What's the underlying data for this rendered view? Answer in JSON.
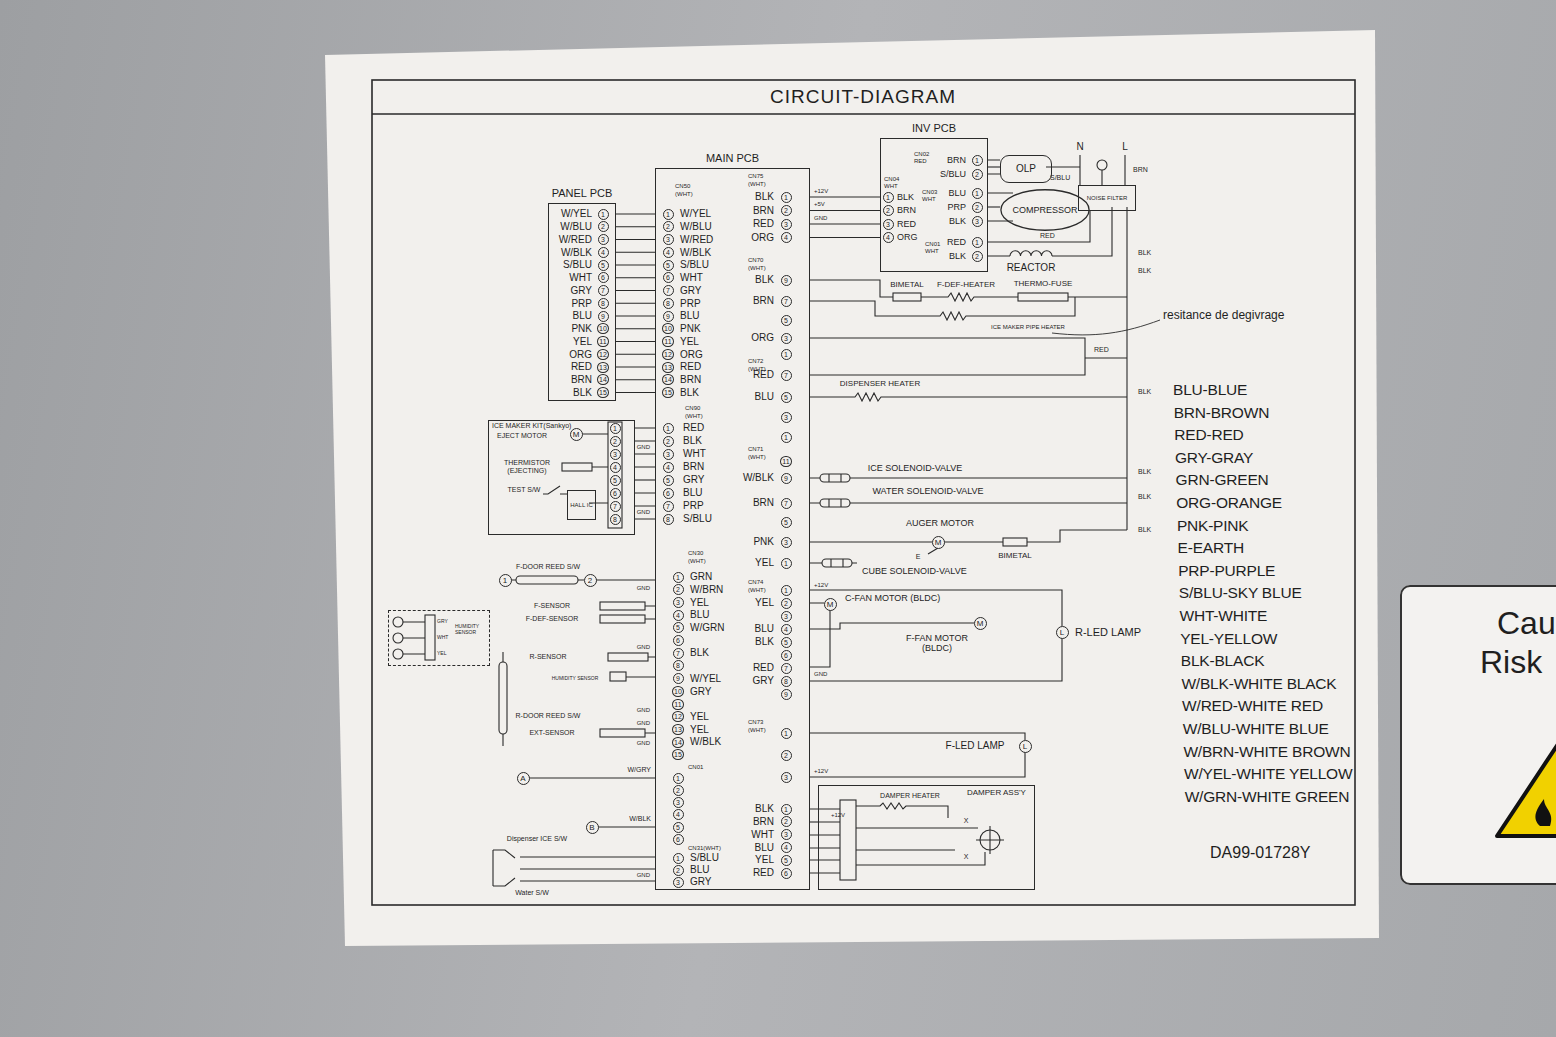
{
  "diagram": {
    "title": "CIRCUIT-DIAGRAM",
    "nodes": [
      {
        "text": [
          "INV PCB"
        ]
      },
      {
        "text": [
          "OLP"
        ]
      },
      {
        "text": [
          "COMPRESSOR"
        ]
      },
      {
        "text": [
          "NOISE FILTER"
        ]
      },
      {
        "text": [
          "MAIN PCB"
        ]
      },
      {
        "text": [
          "PANEL PCB"
        ]
      },
      {
        "text": [
          "ICE MAKER KIT(Sankyo)"
        ]
      },
      {
        "text": [
          "HALL IC"
        ],
        "in": 6
      },
      {
        "text": [
          "Cau",
          "Risk"
        ]
      },
      {
        "text": [
          "HUMIDITY SENSOR"
        ]
      },
      {
        "text": [
          "DAMPER ASS'Y"
        ]
      }
    ],
    "edges": [
      {
        "from": 5,
        "to": 4,
        "arrow": "none"
      },
      {
        "from": 4,
        "to": 0,
        "arrow": "none"
      },
      {
        "from": 6,
        "to": 4,
        "arrow": "none"
      },
      {
        "from": 1,
        "to": 0,
        "arrow": "none"
      },
      {
        "from": 2,
        "to": 0,
        "arrow": "none"
      },
      {
        "from": 3,
        "to": 0,
        "arrow": "none"
      },
      {
        "from": 10,
        "to": 4,
        "arrow": "none"
      }
    ],
    "labels": [
      "W/YEL",
      "W/BLU",
      "W/RED",
      "W/BLK",
      "S/BLU",
      "WHT",
      "GRY",
      "PRP",
      "BLU",
      "PNK",
      "YEL",
      "ORG",
      "RED",
      "BRN",
      "BLK",
      "1",
      "2",
      "3",
      "4",
      "5",
      "6",
      "7",
      "8",
      "9",
      "10",
      "11",
      "12",
      "13",
      "14",
      "15",
      "CN50",
      "(WHT)",
      "1",
      "2",
      "3",
      "4",
      "5",
      "6",
      "7",
      "8",
      "9",
      "10",
      "11",
      "12",
      "13",
      "14",
      "15",
      "W/YEL",
      "W/BLU",
      "W/RED",
      "W/BLK",
      "S/BLU",
      "WHT",
      "GRY",
      "PRP",
      "BLU",
      "PNK",
      "YEL",
      "ORG",
      "RED",
      "BRN",
      "BLK",
      "CN90",
      "(WHT)",
      "1",
      "2",
      "3",
      "4",
      "5",
      "6",
      "7",
      "8",
      "RED",
      "BLK",
      "WHT",
      "BRN",
      "GRY",
      "BLU",
      "PRP",
      "S/BLU",
      "1",
      "2",
      "3",
      "4",
      "5",
      "6",
      "7",
      "8",
      "CN30",
      "(WHT)",
      "1",
      "2",
      "3",
      "4",
      "5",
      "6",
      "7",
      "8",
      "9",
      "10",
      "11",
      "12",
      "13",
      "14",
      "15",
      "GRN",
      "W/BRN",
      "YEL",
      "BLU",
      "W/GRN",
      "BLK",
      "W/YEL",
      "GRY",
      "YEL",
      "YEL",
      "W/BLK",
      "CN01",
      "1",
      "2",
      "3",
      "4",
      "5",
      "6",
      "W/GRY",
      "W/BLK",
      "CN31(WHT)",
      "1",
      "2",
      "3",
      "S/BLU",
      "BLU",
      "GRY",
      "GND",
      "GND",
      "GND",
      "GND",
      "GND",
      "GND",
      "GND",
      "GND",
      "CN75",
      "(WHT)",
      "BLK",
      "BRN",
      "RED",
      "ORG",
      "1",
      "2",
      "3",
      "4",
      "+12V",
      "+5V",
      "GND",
      "CN70",
      "(WHT)",
      "BLK",
      "BRN",
      "ORG",
      "9",
      "7",
      "5",
      "3",
      "1",
      "CN72",
      "(WHT)",
      "RED",
      "BLU",
      "7",
      "5",
      "3",
      "1",
      "CN71",
      "(WHT)",
      "W/BLK",
      "BRN",
      "PNK",
      "YEL",
      "11",
      "9",
      "7",
      "5",
      "3",
      "1",
      "CN74",
      "(WHT)",
      "YEL",
      "BLU",
      "BLK",
      "RED",
      "GRY",
      "1",
      "2",
      "3",
      "4",
      "5",
      "6",
      "7",
      "8",
      "9",
      "+12V",
      "GND",
      "CN73",
      "(WHT)",
      "1",
      "2",
      "3",
      "+12V",
      "BLK",
      "BRN",
      "WHT",
      "BLU",
      "YEL",
      "RED",
      "1",
      "2",
      "3",
      "4",
      "5",
      "6",
      "CN04",
      "WHT",
      "1",
      "2",
      "3",
      "4",
      "BLK",
      "BRN",
      "RED",
      "ORG",
      "CN02",
      "RED",
      "BRN",
      "S/BLU",
      "1",
      "2",
      "CN03",
      "WHT",
      "BLU",
      "PRP",
      "BLK",
      "1",
      "2",
      "3",
      "CN01",
      "WHT",
      "RED",
      "BLK",
      "1",
      "2",
      "N",
      "L",
      "S/BLU",
      "BRN",
      "RED",
      "BLK",
      "BLK",
      "REACTOR",
      "BIMETAL",
      "F-DEF-HEATER",
      "THERMO-FUSE",
      "ICE MAKER PIPE HEATER",
      "resitance de degivrage",
      "RED",
      "DISPENSER HEATER",
      "BLK",
      "ICE SOLENOID-VALVE",
      "BLK",
      "WATER SOLENOID-VALVE",
      "BLK",
      "AUGER MOTOR",
      "E",
      "BIMETAL",
      "BLK",
      "CUBE SOLENOID-VALVE",
      "C-FAN MOTOR (BLDC)",
      "F-FAN MOTOR (BLDC)",
      "R-LED LAMP",
      "F-LED LAMP",
      "DAMPER HEATER",
      "+12V",
      "X",
      "X",
      "M",
      "M",
      "M",
      "L",
      "L",
      "M",
      "1",
      "2",
      "A",
      "B",
      "EJECT MOTOR",
      "THERMISTOR (EJECTING)",
      "TEST S/W",
      "F-DOOR REED S/W",
      "F-SENSOR",
      "F-DEF-SENSOR",
      "R-SENSOR",
      "HUMIDITY SENSOR",
      "R-DOOR REED S/W",
      "EXT-SENSOR",
      "Dispenser ICE S/W",
      "Water S/W",
      "GRY",
      "WHT",
      "YEL",
      "BLU-BLUE",
      "BRN-BROWN",
      "RED-RED",
      "GRY-GRAY",
      "GRN-GREEN",
      "ORG-ORANGE",
      "PNK-PINK",
      "E-EARTH",
      "PRP-PURPLE",
      "S/BLU-SKY BLUE",
      "WHT-WHITE",
      "YEL-YELLOW",
      "BLK-BLACK",
      "W/BLK-WHITE BLACK",
      "W/RED-WHITE RED",
      "W/BLU-WHITE BLUE",
      "W/BRN-WHITE BROWN",
      "W/YEL-WHITE YELLOW",
      "W/GRN-WHITE GREEN",
      "DA99-01728Y"
    ]
  }
}
